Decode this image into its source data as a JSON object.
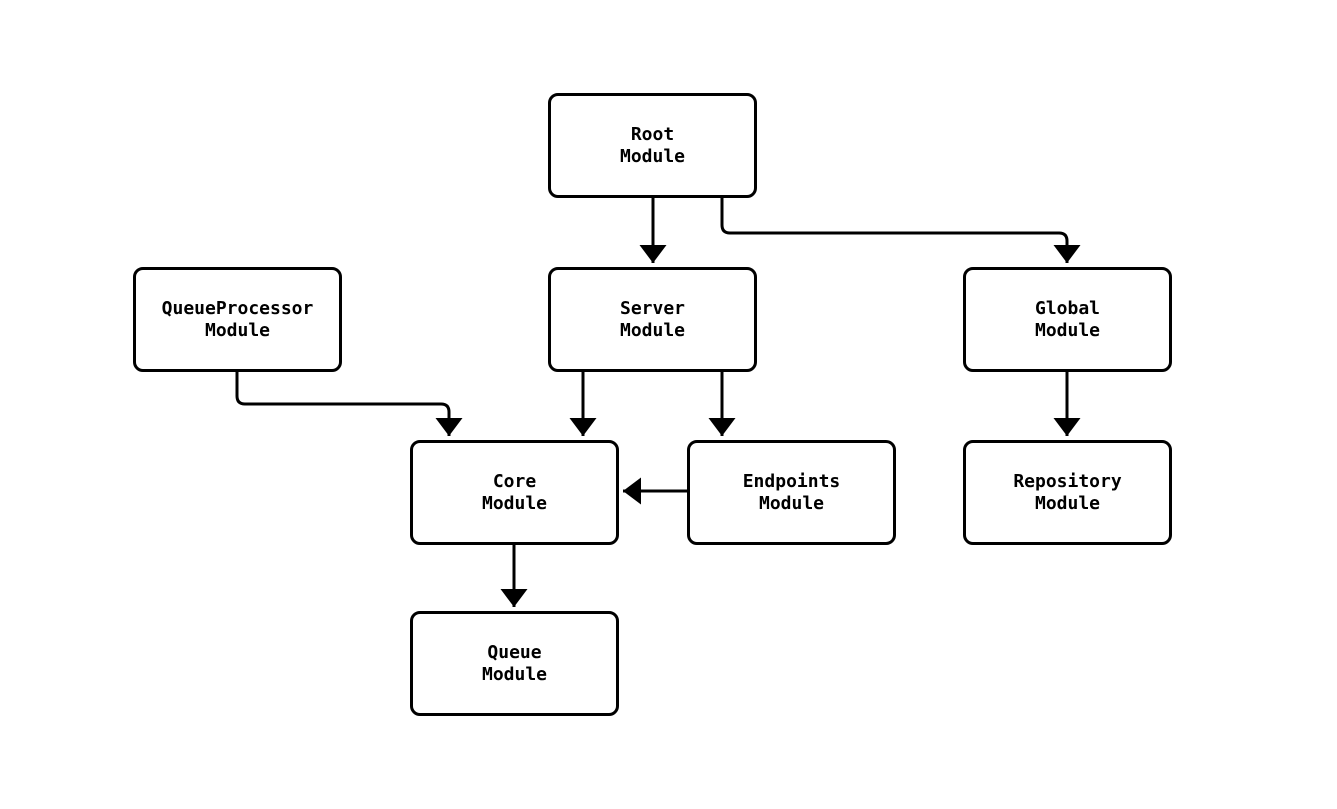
{
  "diagram": {
    "type": "module-dependency-graph",
    "colors": {
      "stroke": "#000000",
      "background": "#ffffff",
      "box_fill": "#ffffff"
    }
  },
  "nodes": {
    "root": {
      "line1": "Root",
      "line2": "Module"
    },
    "queueprocessor": {
      "line1": "QueueProcessor",
      "line2": "Module"
    },
    "server": {
      "line1": "Server",
      "line2": "Module"
    },
    "global": {
      "line1": "Global",
      "line2": "Module"
    },
    "core": {
      "line1": "Core",
      "line2": "Module"
    },
    "endpoints": {
      "line1": "Endpoints",
      "line2": "Module"
    },
    "repository": {
      "line1": "Repository",
      "line2": "Module"
    },
    "queue": {
      "line1": "Queue",
      "line2": "Module"
    }
  },
  "edges": [
    {
      "from": "Root Module",
      "to": "Server Module"
    },
    {
      "from": "Root Module",
      "to": "Global Module"
    },
    {
      "from": "QueueProcessor Module",
      "to": "Core Module"
    },
    {
      "from": "Server Module",
      "to": "Core Module"
    },
    {
      "from": "Server Module",
      "to": "Endpoints Module"
    },
    {
      "from": "Endpoints Module",
      "to": "Core Module"
    },
    {
      "from": "Global Module",
      "to": "Repository Module"
    },
    {
      "from": "Core Module",
      "to": "Queue Module"
    }
  ]
}
